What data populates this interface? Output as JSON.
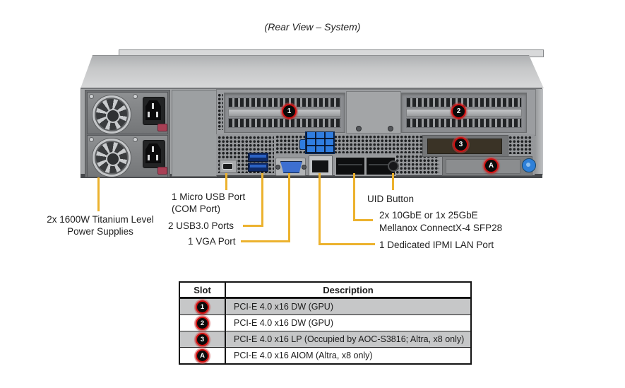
{
  "title": "(Rear View – System)",
  "colors": {
    "callout_line": "#ECB22E",
    "badge_ring": "#D41111",
    "row_shade": "#C6C7C8"
  },
  "chassis_callouts": {
    "slot1": "1",
    "slot2": "2",
    "slot3": "3",
    "slotA": "A"
  },
  "labels": {
    "psu": {
      "line1": "2x 1600W Titanium Level",
      "line2": "Power Supplies"
    },
    "micro_usb": {
      "line1": "1 Micro USB Port",
      "line2": "(COM Port)"
    },
    "usb3": "2 USB3.0 Ports",
    "vga": "1 VGA Port",
    "uid": "UID Button",
    "sfp": {
      "line1": "2x 10GbE or 1x 25GbE",
      "line2": "Mellanox ConnectX-4 SFP28"
    },
    "ipmi": "1 Dedicated IPMI LAN Port"
  },
  "table": {
    "headers": {
      "slot": "Slot",
      "description": "Description"
    },
    "rows": [
      {
        "slot": "1",
        "description": "PCI-E 4.0 x16 DW (GPU)"
      },
      {
        "slot": "2",
        "description": "PCI-E 4.0 x16 DW (GPU)"
      },
      {
        "slot": "3",
        "description": "PCI-E 4.0 x16 LP (Occupied by AOC-S3816; Altra, x8 only)"
      },
      {
        "slot": "A",
        "description": "PCI-E 4.0 x16 AIOM (Altra, x8 only)"
      }
    ]
  }
}
